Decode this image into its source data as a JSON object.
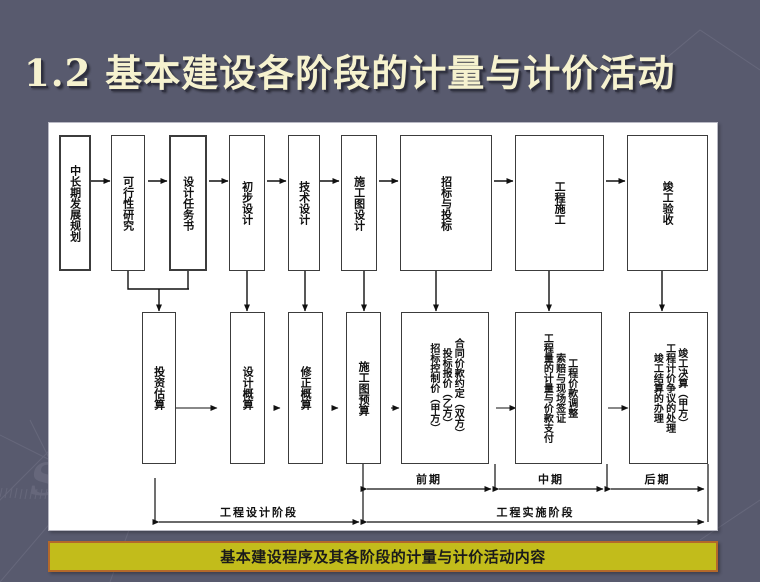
{
  "slide": {
    "title": "1.2 基本建设各阶段的计量与计价活动",
    "caption": "基本建设程序及其各阶段的计量与计价活动内容",
    "colors": {
      "background": "#585a6e",
      "title_text": "#f6f2cf",
      "panel_background": "#ffffff",
      "caption_fill": "#c2bc1b",
      "caption_border": "#b4682a",
      "box_stroke": "#3c3c3c"
    }
  },
  "diagram": {
    "procedure_row": [
      {
        "id": "p1",
        "label": "中长期发展规划"
      },
      {
        "id": "p2",
        "label": "可行性研究"
      },
      {
        "id": "p3",
        "label": "设计任务书"
      },
      {
        "id": "p4",
        "label": "初步设计"
      },
      {
        "id": "p5",
        "label": "技术设计"
      },
      {
        "id": "p6",
        "label": "施工图设计"
      },
      {
        "id": "p7",
        "label": "招标与投标"
      },
      {
        "id": "p8",
        "label": "工程施工"
      },
      {
        "id": "p9",
        "label": "竣工验收"
      }
    ],
    "pricing_row": [
      {
        "id": "c1",
        "lines": [
          "投资估算"
        ]
      },
      {
        "id": "c2",
        "lines": [
          "设计概算"
        ]
      },
      {
        "id": "c3",
        "lines": [
          "修正概算"
        ]
      },
      {
        "id": "c4",
        "lines": [
          "施工图预算"
        ]
      },
      {
        "id": "c5",
        "lines": [
          "合同价款约定（双方）",
          "投标报价（乙方）",
          "招标控制价（甲方）"
        ]
      },
      {
        "id": "c6",
        "lines": [
          "工程价款调整",
          "索赔与现场签证",
          "工程量的计量与价款支付"
        ]
      },
      {
        "id": "c7",
        "lines": [
          "竣工决算（甲方）",
          "工程计价争议的处理",
          "竣工结算的办理"
        ]
      }
    ],
    "phase_brackets": {
      "upper": [
        {
          "id": "ph-early",
          "label": "前期"
        },
        {
          "id": "ph-mid",
          "label": "中期"
        },
        {
          "id": "ph-late",
          "label": "后期"
        }
      ],
      "lower": [
        {
          "id": "st-design",
          "label": "工程设计阶段"
        },
        {
          "id": "st-implement",
          "label": "工程实施阶段"
        }
      ]
    }
  }
}
